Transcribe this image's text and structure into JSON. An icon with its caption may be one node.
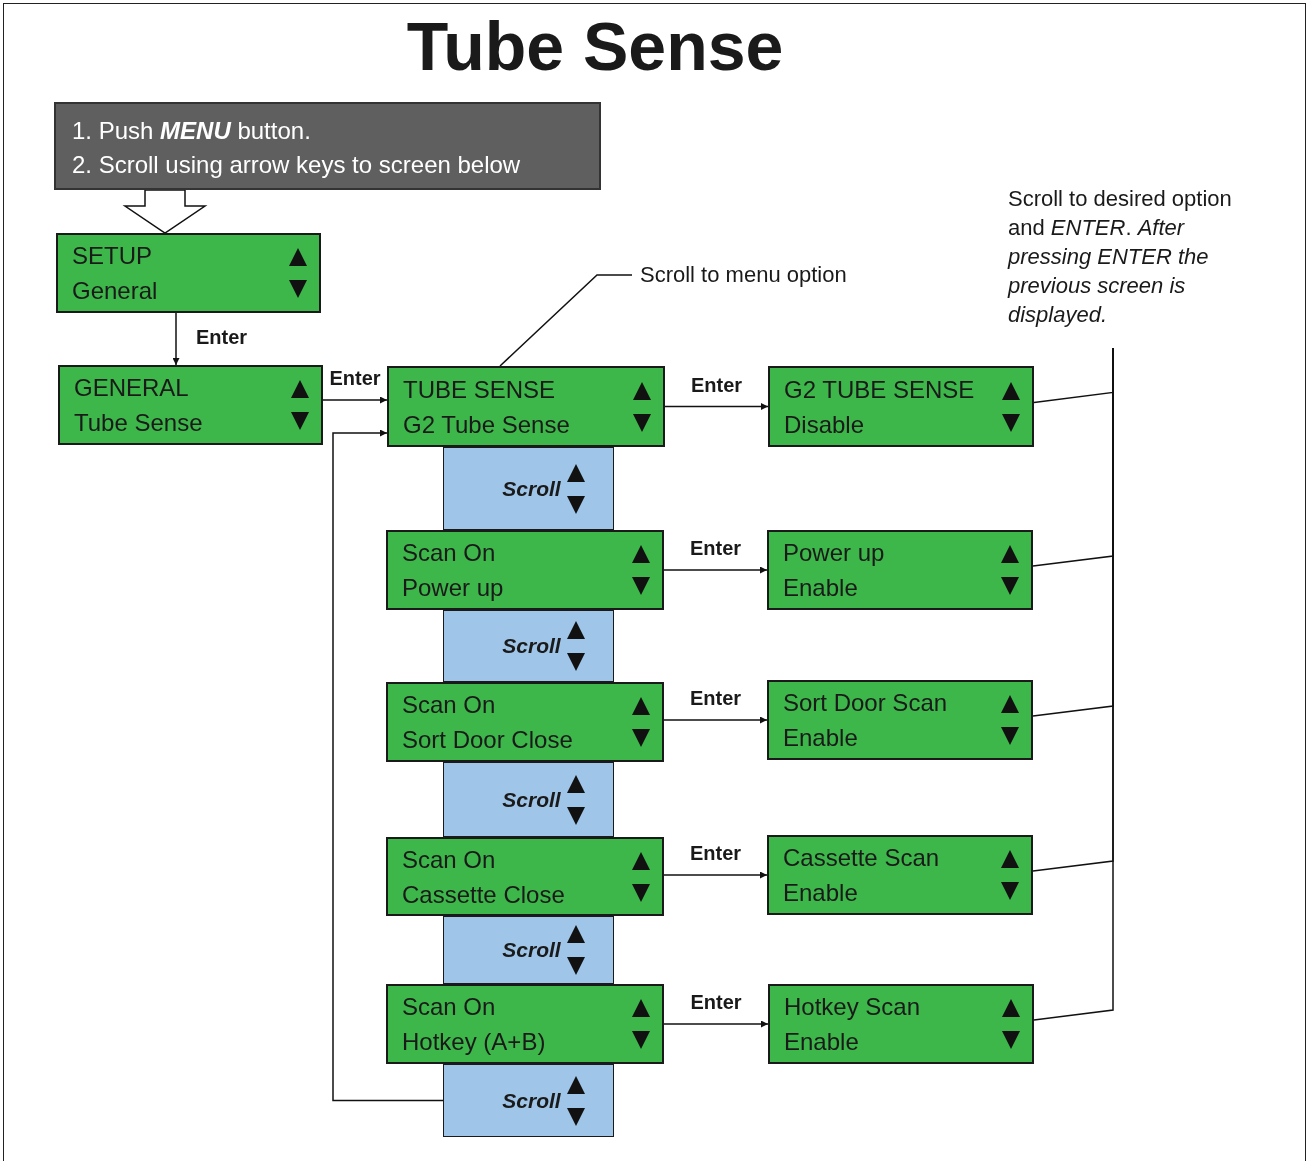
{
  "diagram": {
    "title": "Tube Sense",
    "nodes": [
      {
        "text": [
          "1. Push **MENU** button.",
          "2. Scroll using arrow keys to screen below"
        ]
      },
      {
        "text": [
          "Scroll to menu option"
        ]
      },
      {
        "text": [
          "Scroll to desired option and *ENTER*. *After pressing ENTER the previous screen is displayed.*"
        ]
      },
      {
        "text": [
          "SETUP",
          "General"
        ]
      },
      {
        "text": [
          "GENERAL",
          "Tube Sense"
        ]
      },
      {
        "text": [
          "TUBE SENSE",
          "G2 Tube Sense"
        ]
      },
      {
        "text": [
          "G2 TUBE SENSE",
          "Disable"
        ]
      },
      {
        "text": [
          "Scroll"
        ]
      },
      {
        "text": [
          "Scan On",
          "Power up"
        ]
      },
      {
        "text": [
          "Power up",
          "Enable"
        ]
      },
      {
        "text": [
          "Scroll"
        ]
      },
      {
        "text": [
          "Scan On",
          "Sort Door Close"
        ]
      },
      {
        "text": [
          "Sort Door Scan",
          "Enable"
        ]
      },
      {
        "text": [
          "Scroll"
        ]
      },
      {
        "text": [
          "Scan On",
          "Cassette Close"
        ]
      },
      {
        "text": [
          "Cassette Scan",
          "Enable"
        ]
      },
      {
        "text": [
          "Scroll"
        ]
      },
      {
        "text": [
          "Scan On",
          "Hotkey (A+B)"
        ]
      },
      {
        "text": [
          "Hotkey Scan",
          "Enable"
        ]
      },
      {
        "text": [
          "Scroll"
        ]
      }
    ],
    "edges": [
      {
        "from": 0,
        "to": 3,
        "arrow": "to",
        "style": "thick"
      },
      {
        "from": 3,
        "to": 4,
        "arrow": "to",
        "label": "Enter"
      },
      {
        "from": 4,
        "to": 5,
        "arrow": "to",
        "label": "Enter"
      },
      {
        "from": 19,
        "to": 5,
        "arrow": "to"
      },
      {
        "from": 5,
        "to": 6,
        "arrow": "to",
        "label": "Enter"
      },
      {
        "from": 8,
        "to": 9,
        "arrow": "to",
        "label": "Enter"
      },
      {
        "from": 11,
        "to": 12,
        "arrow": "to",
        "label": "Enter"
      },
      {
        "from": 14,
        "to": 15,
        "arrow": "to",
        "label": "Enter"
      },
      {
        "from": 17,
        "to": 18,
        "arrow": "to",
        "label": "Enter"
      },
      {
        "from": 1,
        "to": 5,
        "arrow": "none"
      },
      {
        "from": 6,
        "to": 2,
        "arrow": "none"
      },
      {
        "from": 9,
        "to": 2,
        "arrow": "none"
      },
      {
        "from": 12,
        "to": 2,
        "arrow": "none"
      },
      {
        "from": 15,
        "to": 2,
        "arrow": "none"
      },
      {
        "from": 18,
        "to": 2,
        "arrow": "none"
      }
    ]
  }
}
